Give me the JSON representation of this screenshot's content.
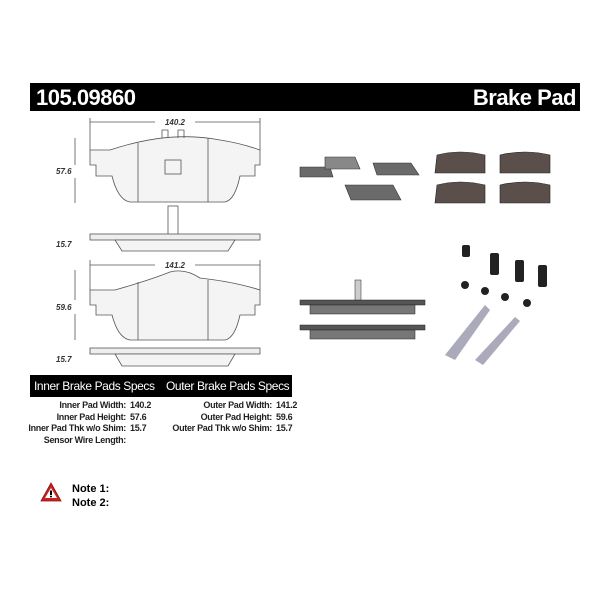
{
  "header": {
    "part_number": "105.09860",
    "product_type": "Brake Pad"
  },
  "drawing": {
    "inner": {
      "width": "140.2",
      "height": "57.6",
      "thickness": "15.7"
    },
    "outer": {
      "width": "141.2",
      "height": "59.6",
      "thickness": "15.7"
    }
  },
  "specs": {
    "inner_title": "Inner Brake Pads Specs",
    "outer_title": "Outer Brake Pads Specs",
    "inner": [
      {
        "label": "Inner Pad Width:",
        "value": "140.2"
      },
      {
        "label": "Inner Pad Height:",
        "value": "57.6"
      },
      {
        "label": "Inner Pad Thk w/o Shim:",
        "value": "15.7"
      },
      {
        "label": "Sensor Wire Length:",
        "value": ""
      }
    ],
    "outer": [
      {
        "label": "Outer Pad Width:",
        "value": "141.2"
      },
      {
        "label": "Outer Pad Height:",
        "value": "59.6"
      },
      {
        "label": "Outer Pad Thk w/o Shim:",
        "value": "15.7"
      }
    ]
  },
  "notes": {
    "icon": "warning-triangle-icon",
    "note1": "Note 1:",
    "note2": "Note 2:"
  }
}
